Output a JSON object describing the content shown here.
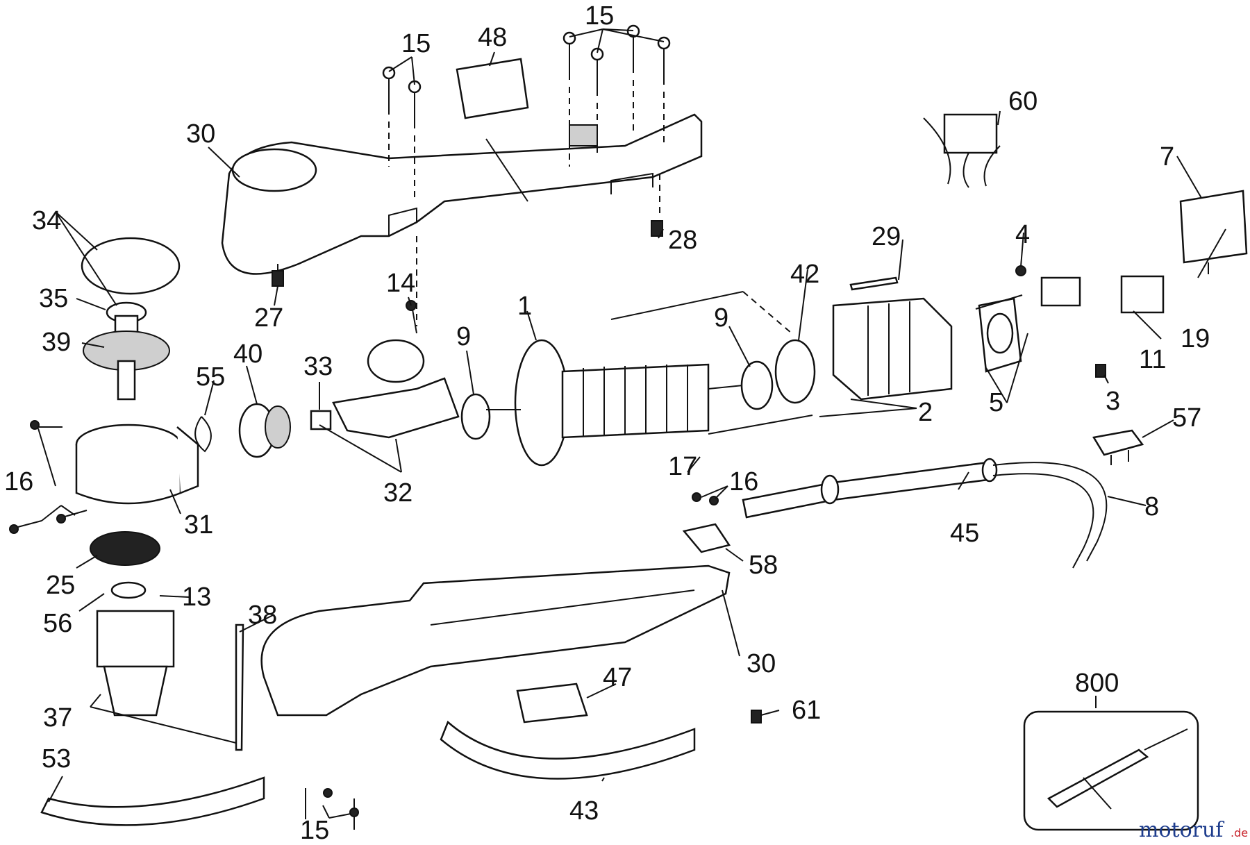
{
  "diagram": {
    "labels": {
      "p1": "1",
      "p2": "2",
      "p3": "3",
      "p4": "4",
      "p5": "5",
      "p7": "7",
      "p8": "8",
      "p9a": "9",
      "p9b": "9",
      "p11": "11",
      "p13": "13",
      "p14": "14",
      "p15a": "15",
      "p15b": "15",
      "p15c": "15",
      "p16a": "16",
      "p16b": "16",
      "p17": "17",
      "p19": "19",
      "p25": "25",
      "p27": "27",
      "p28": "28",
      "p29": "29",
      "p30a": "30",
      "p30b": "30",
      "p31": "31",
      "p32": "32",
      "p33": "33",
      "p34": "34",
      "p35": "35",
      "p37": "37",
      "p38": "38",
      "p39": "39",
      "p40": "40",
      "p42": "42",
      "p43": "43",
      "p45": "45",
      "p47": "47",
      "p48": "48",
      "p53": "53",
      "p55": "55",
      "p56": "56",
      "p57": "57",
      "p58": "58",
      "p60": "60",
      "p61": "61",
      "p800": "800"
    },
    "watermark": {
      "main": "motoruf",
      "suffix": ".de"
    }
  }
}
